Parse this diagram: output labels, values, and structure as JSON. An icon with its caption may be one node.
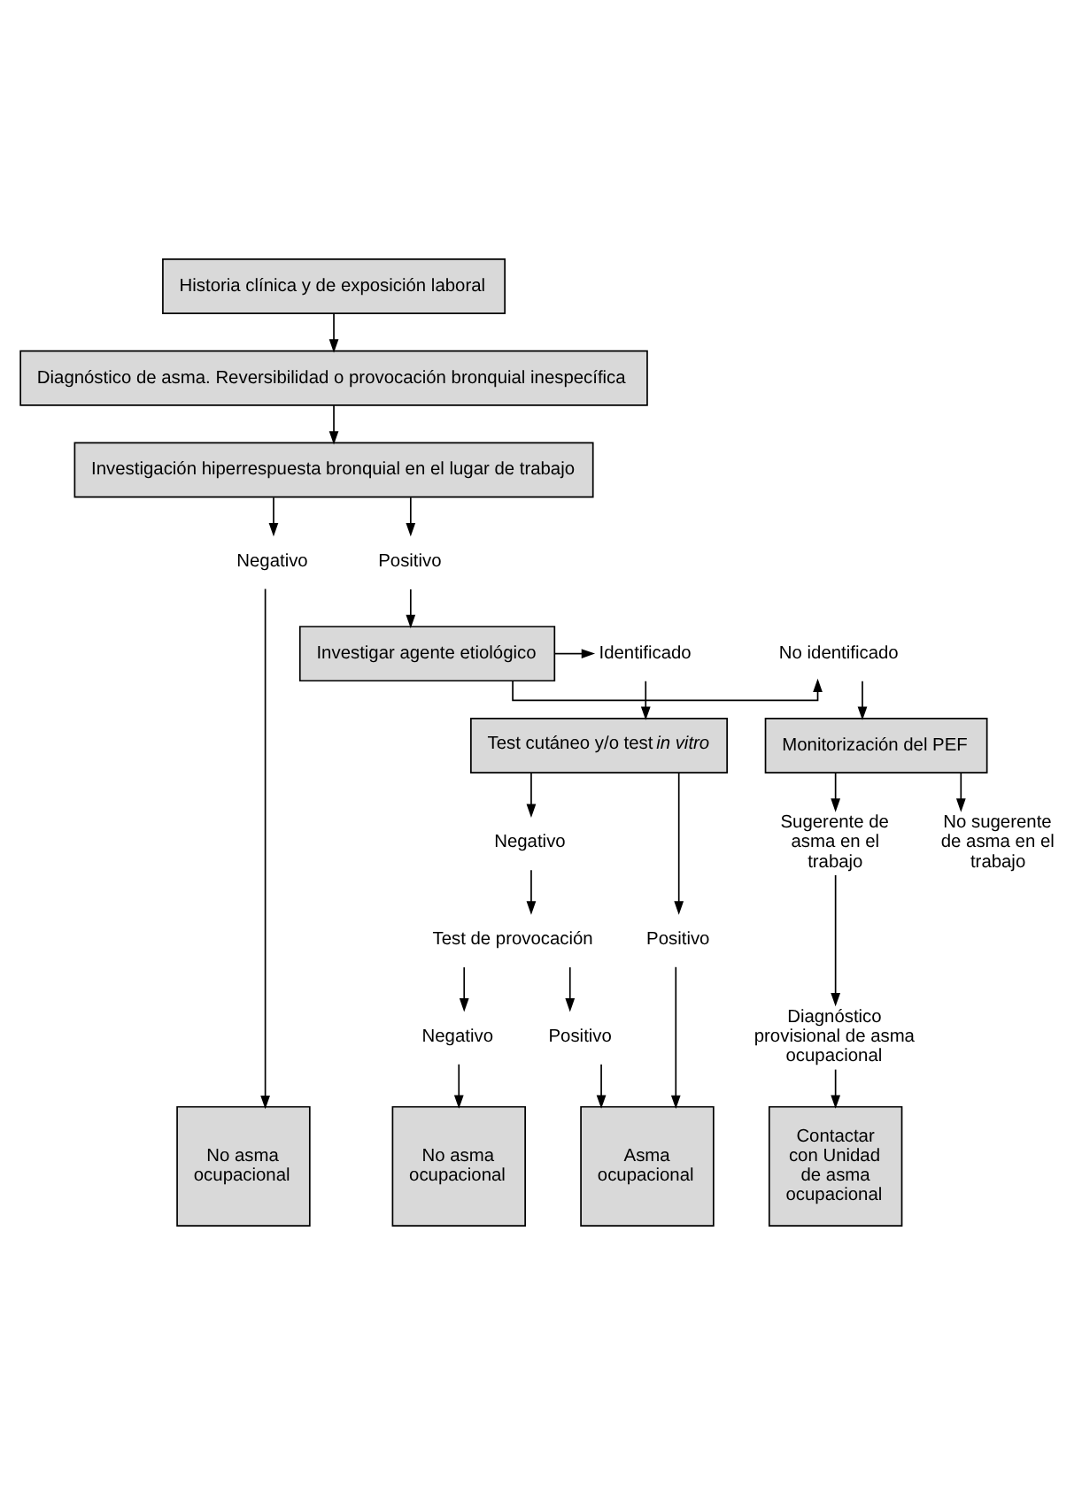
{
  "diagram": {
    "nodes": [
      {
        "text": [
          "Historia clínica y de exposición laboral"
        ]
      },
      {
        "text": [
          "Diagnóstico de asma. Reversibilidad o provocación bronquial inespecífica"
        ]
      },
      {
        "text": [
          "Investigación hiperrespuesta bronquial en el lugar de trabajo"
        ]
      },
      {
        "text": [
          "Negativo"
        ]
      },
      {
        "text": [
          "Positivo"
        ]
      },
      {
        "text": [
          "No identificado"
        ]
      },
      {
        "text": [
          "Investigar agente etiológico"
        ]
      },
      {
        "text": [
          "Identificado"
        ]
      },
      {
        "text": [
          "Monitorización del PEF"
        ]
      },
      {
        "text": [
          "Test cutáneo y/o test *in vitro*"
        ]
      },
      {
        "text": [
          "No sugerente de asma en el trabajo"
        ]
      },
      {
        "text": [
          "Sugerente de asma en el trabajo"
        ]
      },
      {
        "text": [
          "Positivo"
        ]
      },
      {
        "text": [
          "Negativo"
        ]
      },
      {
        "text": [
          "Diagnóstico provisional de asma ocupacional"
        ]
      },
      {
        "text": [
          "Test de provocación"
        ]
      },
      {
        "text": [
          "Positivo"
        ]
      },
      {
        "text": [
          "Negativo"
        ]
      },
      {
        "text": [
          "No asma ocupacional"
        ]
      },
      {
        "text": [
          "Contactar con Unidad de asma ocupacional"
        ]
      },
      {
        "text": [
          "Asma ocupacional"
        ]
      },
      {
        "text": [
          "No asma ocupacional"
        ]
      }
    ],
    "edges": [
      {
        "from": 0,
        "to": 1,
        "arrow": "to"
      },
      {
        "from": 1,
        "to": 2,
        "arrow": "to"
      },
      {
        "from": 2,
        "to": 3,
        "arrow": "to"
      },
      {
        "from": 2,
        "to": 4,
        "arrow": "to"
      },
      {
        "from": 4,
        "to": 6,
        "arrow": "to"
      },
      {
        "from": 6,
        "to": 5,
        "arrow": "to"
      },
      {
        "from": 6,
        "to": 7,
        "arrow": "to"
      },
      {
        "from": 5,
        "to": 8,
        "arrow": "to"
      },
      {
        "from": 7,
        "to": 9,
        "arrow": "to"
      },
      {
        "from": 8,
        "to": 10,
        "arrow": "to"
      },
      {
        "from": 8,
        "to": 11,
        "arrow": "to"
      },
      {
        "from": 11,
        "to": 14,
        "arrow": "to"
      },
      {
        "from": 14,
        "to": 19,
        "arrow": "to"
      },
      {
        "from": 9,
        "to": 12,
        "arrow": "to"
      },
      {
        "from": 9,
        "to": 13,
        "arrow": "to"
      },
      {
        "from": 13,
        "to": 15,
        "arrow": "to"
      },
      {
        "from": 15,
        "to": 16,
        "arrow": "to"
      },
      {
        "from": 15,
        "to": 17,
        "arrow": "to"
      },
      {
        "from": 3,
        "to": 18,
        "arrow": "to"
      },
      {
        "from": 12,
        "to": 20,
        "arrow": "to"
      },
      {
        "from": 16,
        "to": 20,
        "arrow": "to"
      },
      {
        "from": 17,
        "to": 21,
        "arrow": "to"
      }
    ]
  }
}
